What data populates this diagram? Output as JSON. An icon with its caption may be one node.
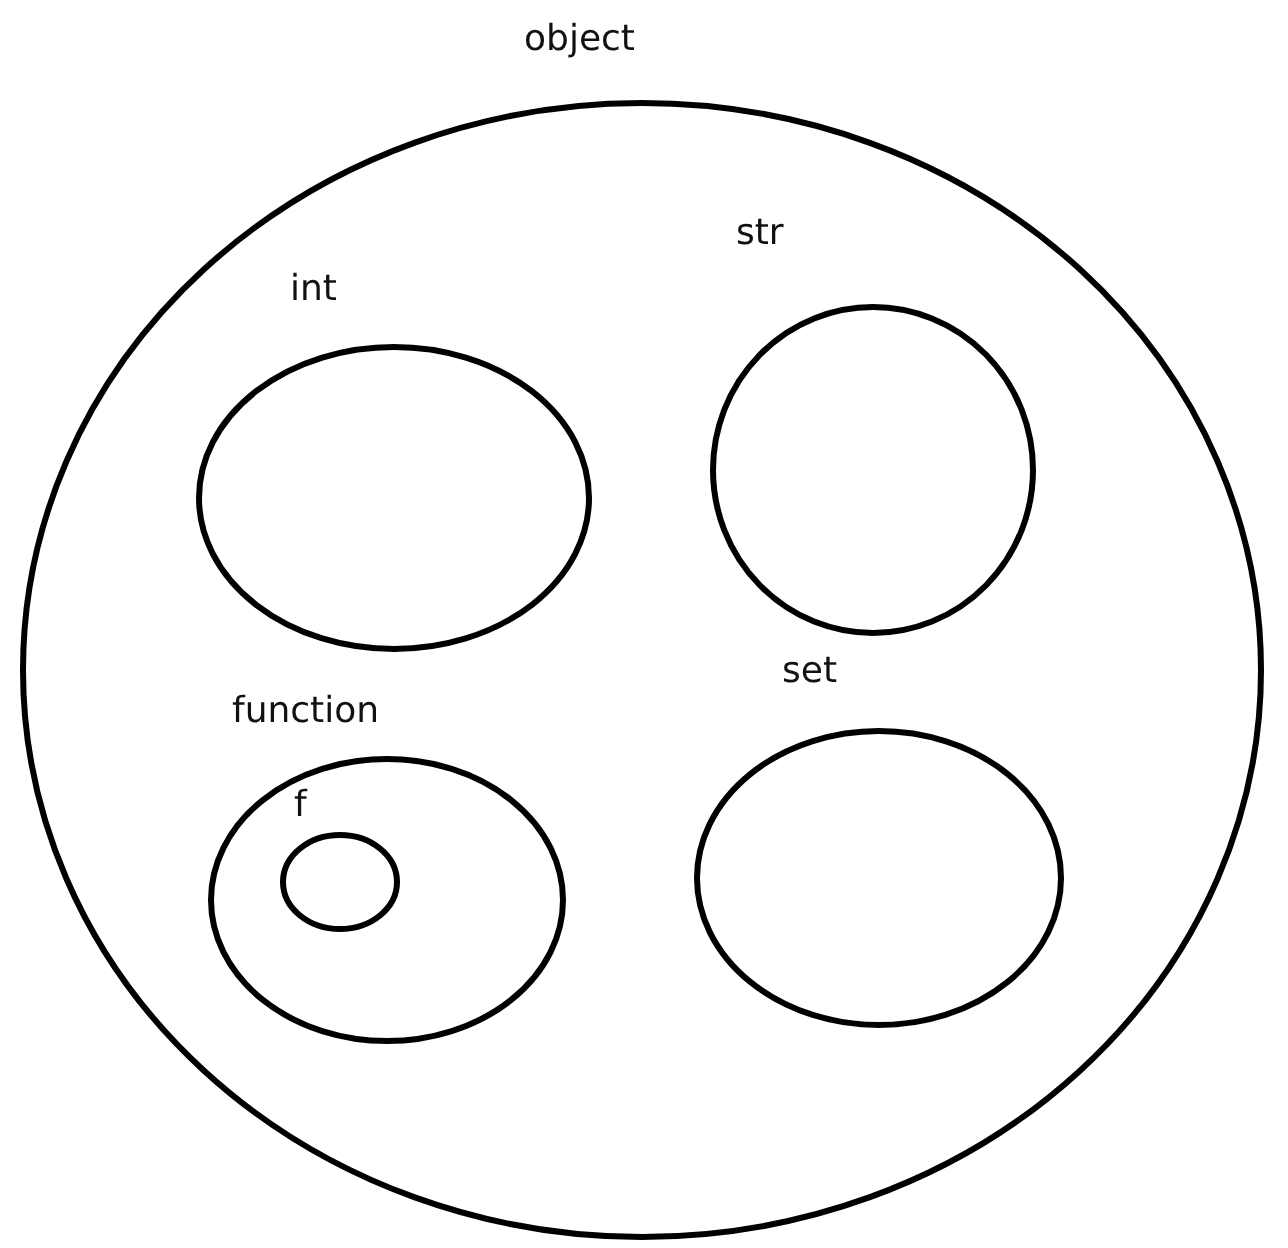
{
  "diagram": {
    "nodes": [
      {
        "text": [
          "object"
        ]
      },
      {
        "text": [
          "int"
        ],
        "in": 0
      },
      {
        "text": [
          "str"
        ],
        "in": 0
      },
      {
        "text": [
          "function"
        ],
        "in": 0
      },
      {
        "text": [
          "f"
        ],
        "in": 3
      },
      {
        "text": [
          "set"
        ],
        "in": 0
      }
    ]
  }
}
